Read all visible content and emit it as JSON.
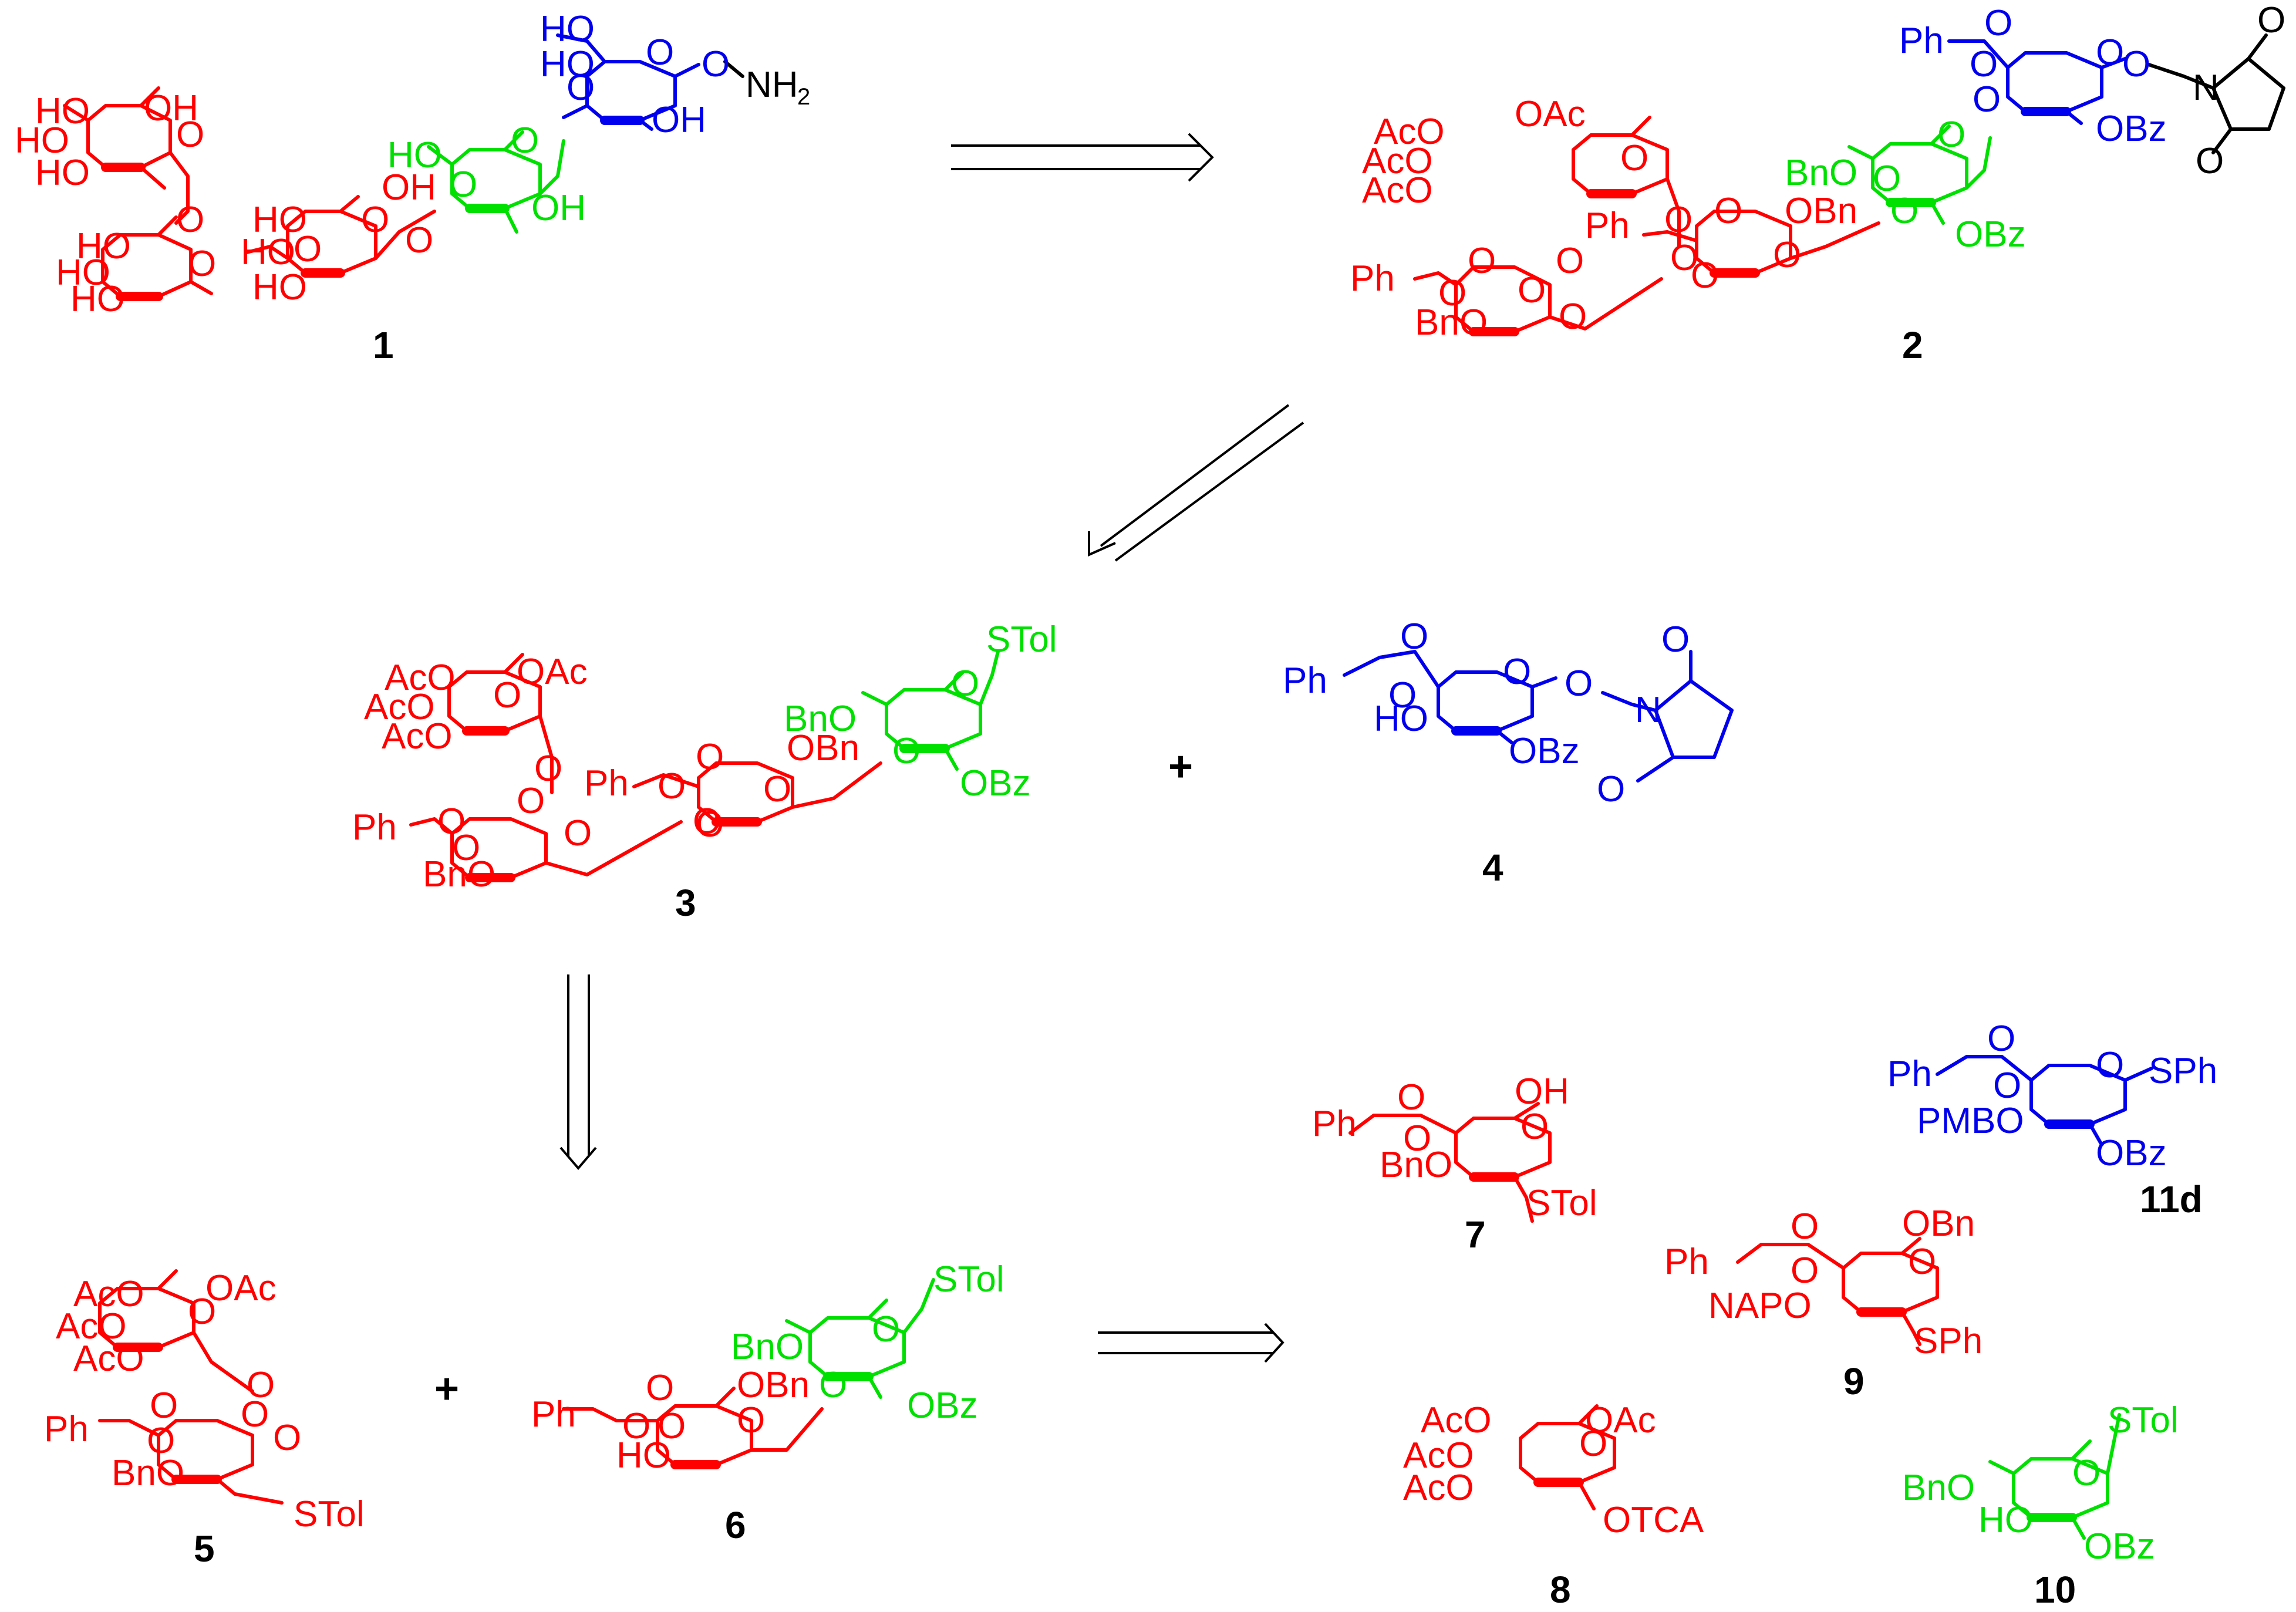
{
  "colors": {
    "mannose": "#ff0000",
    "rhamnose": "#00e000",
    "glucose": "#0000ee",
    "linker": "#000000"
  },
  "compounds": [
    {
      "id": "1",
      "number": "1",
      "labels": {
        "red": [
          "HO",
          "OH",
          "HO",
          "O",
          "HO",
          "HO",
          "O",
          "HO",
          "O",
          "HO",
          "OH",
          "HO",
          "O",
          "HO",
          "O",
          "HO",
          "O"
        ],
        "green": [
          "HO",
          "O",
          "OH",
          "O"
        ],
        "blue": [
          "HO",
          "O",
          "HO",
          "O",
          "OH",
          "O"
        ],
        "black": [
          "NH",
          "2"
        ]
      }
    },
    {
      "id": "2",
      "number": "2",
      "labels": {
        "red": [
          "AcO",
          "OAc",
          "AcO",
          "O",
          "AcO",
          "Ph",
          "O",
          "O",
          "OBn",
          "Ph",
          "O",
          "O",
          "O",
          "O",
          "O",
          "BnO",
          "O",
          "O",
          "O"
        ],
        "green": [
          "BnO",
          "O",
          "O",
          "OBz",
          "O"
        ],
        "blue": [
          "Ph",
          "O",
          "O",
          "O",
          "O",
          "OBz",
          "O"
        ],
        "black": [
          "N",
          "O",
          "O"
        ]
      }
    },
    {
      "id": "3",
      "number": "3",
      "labels": {
        "red": [
          "AcO",
          "OAc",
          "AcO",
          "O",
          "AcO",
          "Ph",
          "O",
          "O",
          "OBn",
          "O",
          "Ph",
          "O",
          "O",
          "O",
          "O",
          "BnO",
          "O",
          "O",
          "O"
        ],
        "green": [
          "STol",
          "BnO",
          "O",
          "O",
          "OBz"
        ]
      }
    },
    {
      "id": "4",
      "number": "4",
      "labels": {
        "blue": [
          "O",
          "Ph",
          "O",
          "O",
          "O",
          "HO",
          "OBz",
          "O",
          "N",
          "O"
        ]
      }
    },
    {
      "id": "5",
      "number": "5",
      "labels": {
        "red": [
          "AcO",
          "OAc",
          "AcO",
          "O",
          "AcO",
          "O",
          "Ph",
          "O",
          "O",
          "O",
          "BnO",
          "O",
          "STol"
        ]
      }
    },
    {
      "id": "6",
      "number": "6",
      "labels": {
        "green": [
          "STol",
          "BnO",
          "O",
          "O",
          "OBz"
        ],
        "red": [
          "OBn",
          "Ph",
          "O",
          "O",
          "O",
          "HO",
          "O"
        ]
      }
    },
    {
      "id": "7",
      "number": "7",
      "labels": {
        "red": [
          "O",
          "OH",
          "Ph",
          "O",
          "O",
          "BnO",
          "STol"
        ]
      }
    },
    {
      "id": "8",
      "number": "8",
      "labels": {
        "red": [
          "AcO",
          "OAc",
          "O",
          "AcO",
          "AcO",
          "OTCA"
        ]
      }
    },
    {
      "id": "9",
      "number": "9",
      "labels": {
        "red": [
          "O",
          "OBn",
          "Ph",
          "O",
          "O",
          "NAPO",
          "SPh"
        ]
      }
    },
    {
      "id": "10",
      "number": "10",
      "labels": {
        "green": [
          "STol",
          "BnO",
          "O",
          "HO",
          "OBz"
        ]
      }
    },
    {
      "id": "11d",
      "number": "11d",
      "labels": {
        "blue": [
          "O",
          "Ph",
          "O",
          "O",
          "SPh",
          "PMBO",
          "OBz"
        ]
      }
    }
  ],
  "operators": {
    "plus": "+"
  }
}
